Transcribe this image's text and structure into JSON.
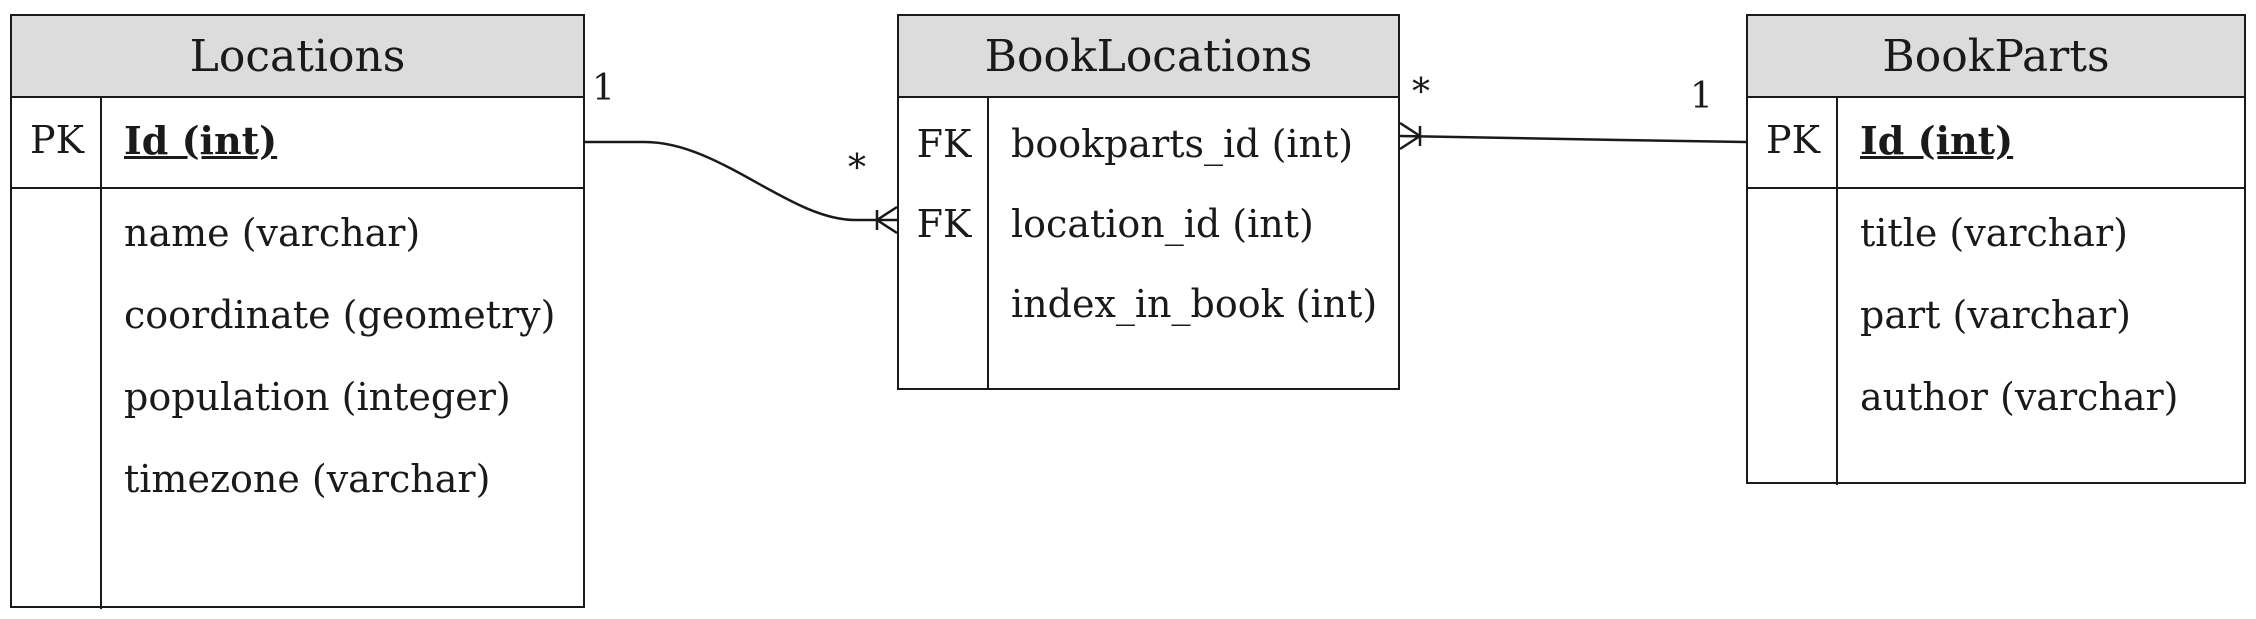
{
  "entities": {
    "locations": {
      "title": "Locations",
      "pk_label": "PK",
      "pk_field": "Id (int)",
      "fields": [
        "name (varchar)",
        "coordinate (geometry)",
        "population (integer)",
        "timezone (varchar)"
      ]
    },
    "book_locations": {
      "title": "BookLocations",
      "keys": [
        "FK",
        "FK"
      ],
      "fields": [
        "bookparts_id (int)",
        "location_id (int)",
        "index_in_book (int)"
      ]
    },
    "book_parts": {
      "title": "BookParts",
      "pk_label": "PK",
      "pk_field": "Id (int)",
      "fields": [
        "title (varchar)",
        "part (varchar)",
        "author (varchar)"
      ]
    }
  },
  "relationships": [
    {
      "from": "Locations",
      "to": "BookLocations",
      "from_mult": "1",
      "to_mult": "*"
    },
    {
      "from": "BookParts",
      "to": "BookLocations",
      "from_mult": "1",
      "to_mult": "*"
    }
  ]
}
